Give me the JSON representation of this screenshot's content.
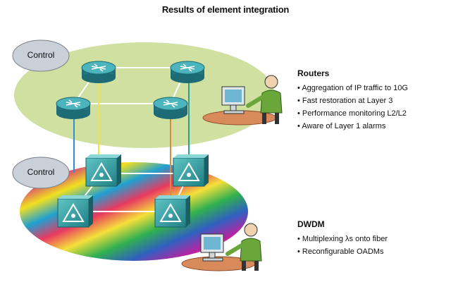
{
  "title": "Results of element integration",
  "control_top_label": "Control",
  "control_bottom_label": "Control",
  "routers": {
    "heading": "Routers",
    "items": [
      "Aggregation of IP traffic to 10G",
      "Fast restoration at Layer 3",
      "Performance monitoring L2/L2",
      "Aware of Layer 1 alarms"
    ]
  },
  "dwdm": {
    "heading": "DWDM",
    "items": [
      "Multiplexing λs onto fiber",
      "Reconfigurable OADMs"
    ]
  },
  "colors": {
    "router_plane": "#cfe0a0",
    "control_bubble": "#c9d0d8",
    "router_fill": "#2e8f98",
    "link_white": "#ffffff",
    "link_yellow": "#f2e24a",
    "link_blue": "#2f8ed0",
    "link_orange": "#d98a3a",
    "link_teal": "#2a9f9a",
    "dwdm_fill": "#3aa7a8",
    "desk": "#d98a5a"
  },
  "icons": [
    "router-icon",
    "oadm-icon",
    "workstation-icon",
    "operator-icon"
  ]
}
